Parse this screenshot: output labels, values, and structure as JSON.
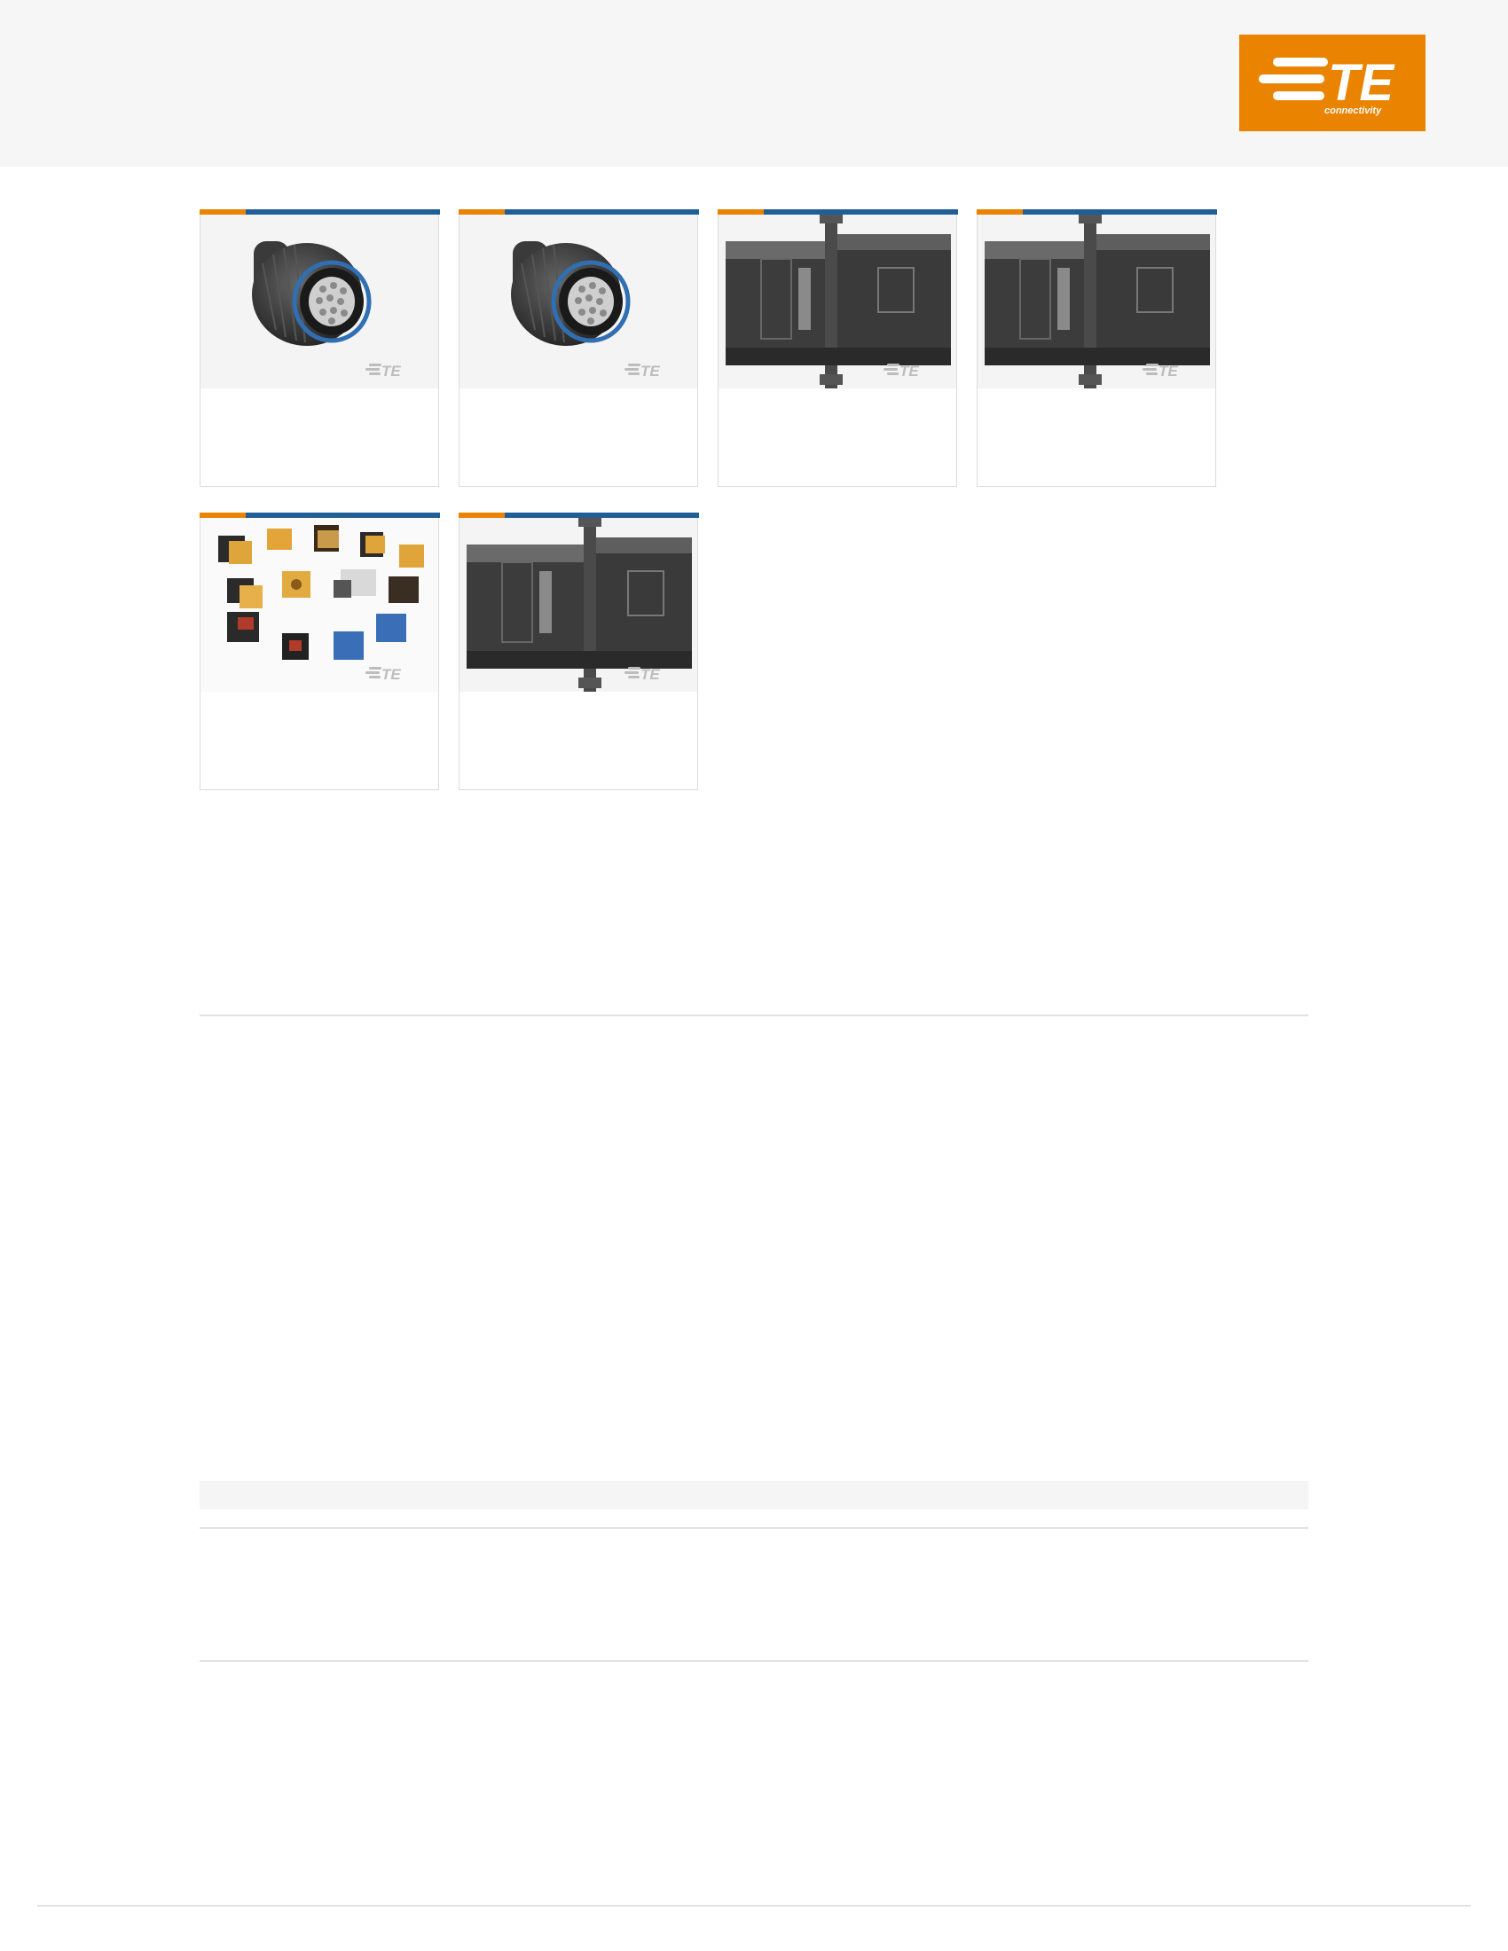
{
  "brand": {
    "name": "TE",
    "tagline": "connectivity",
    "color_orange": "#e98300",
    "color_blue": "#1f5f96"
  },
  "products": [
    {
      "image": "circular-connector-image",
      "watermark": "TE"
    },
    {
      "image": "circular-connector-image",
      "watermark": "TE"
    },
    {
      "image": "rectangular-connector-image",
      "watermark": "TE"
    },
    {
      "image": "rectangular-connector-image",
      "watermark": "TE"
    },
    {
      "image": "connector-family-image",
      "watermark": "TE"
    },
    {
      "image": "rectangular-connector-image",
      "watermark": "TE"
    }
  ]
}
